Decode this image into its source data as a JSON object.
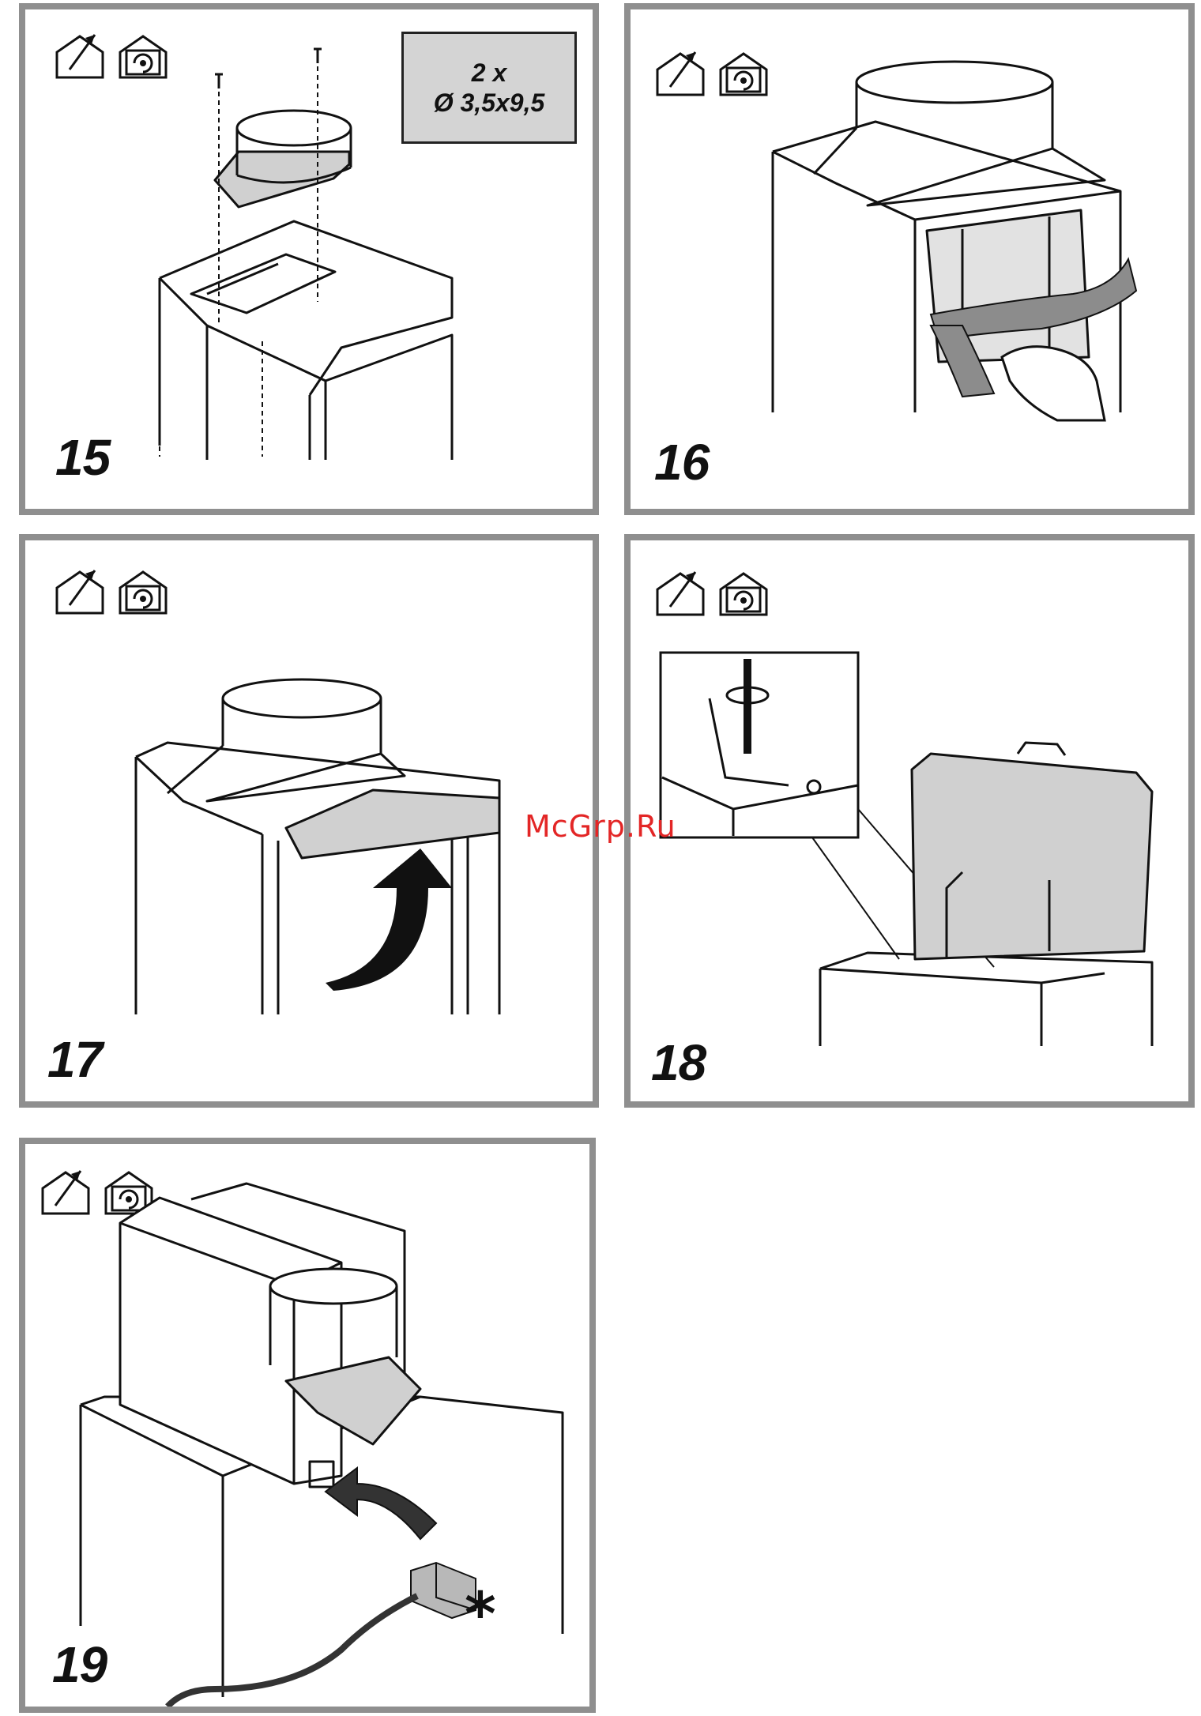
{
  "steps": [
    {
      "number": "15"
    },
    {
      "number": "16"
    },
    {
      "number": "17"
    },
    {
      "number": "18"
    },
    {
      "number": "19"
    }
  ],
  "spec_box": {
    "line1": "2 x",
    "line2": "Ø 3,5x9,5"
  },
  "watermark": "McGrp.Ru",
  "footnote_marker": "*",
  "icons": [
    "house-exhaust-icon",
    "house-recirculation-icon"
  ],
  "colors": {
    "frame": "#8f8f8f",
    "part_fill": "#d0d0d0",
    "watermark": "#e32626",
    "line": "#111111"
  }
}
